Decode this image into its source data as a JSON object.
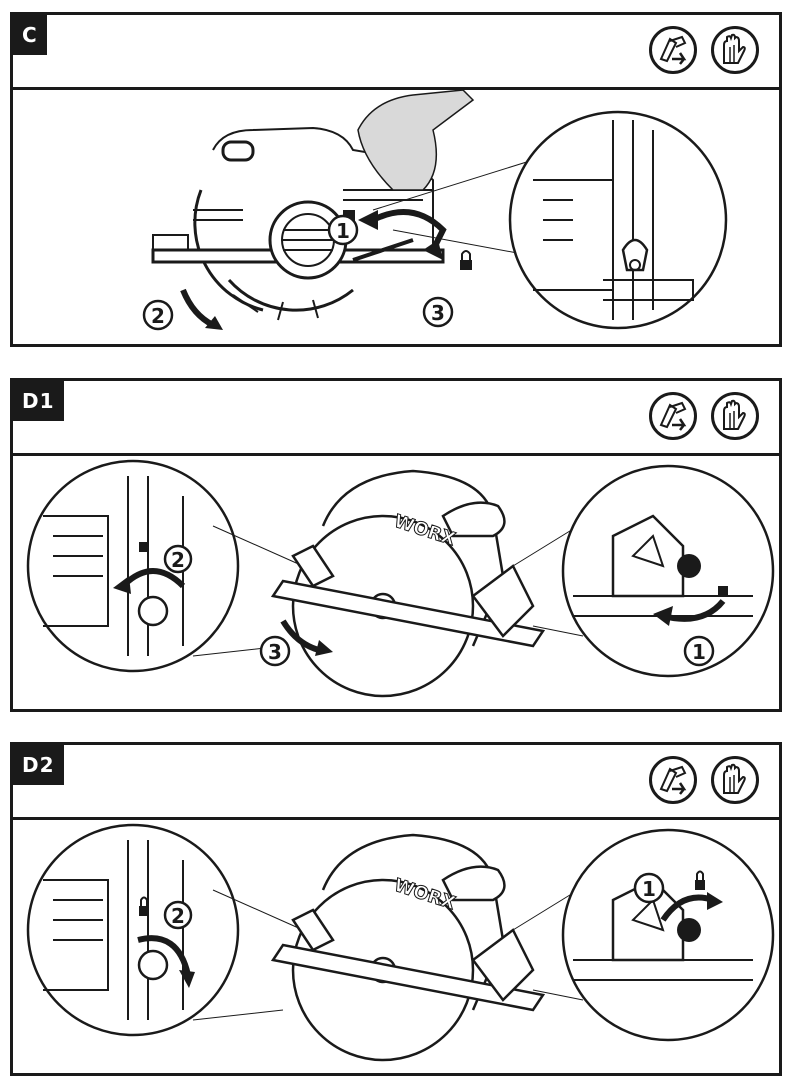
{
  "panels": {
    "c": {
      "tag": "C",
      "steps": [
        "1",
        "2",
        "3"
      ]
    },
    "d1": {
      "tag": "D1",
      "steps": [
        "2",
        "1",
        "3"
      ]
    },
    "d2": {
      "tag": "D2",
      "steps": [
        "2",
        "1"
      ]
    }
  },
  "brand_label": "WORX",
  "icons": [
    "saw-blade-safety-icon",
    "gloves-icon"
  ],
  "colors": {
    "ink": "#1a1a1a",
    "hand": "#d9d9d9",
    "paper": "#ffffff"
  }
}
